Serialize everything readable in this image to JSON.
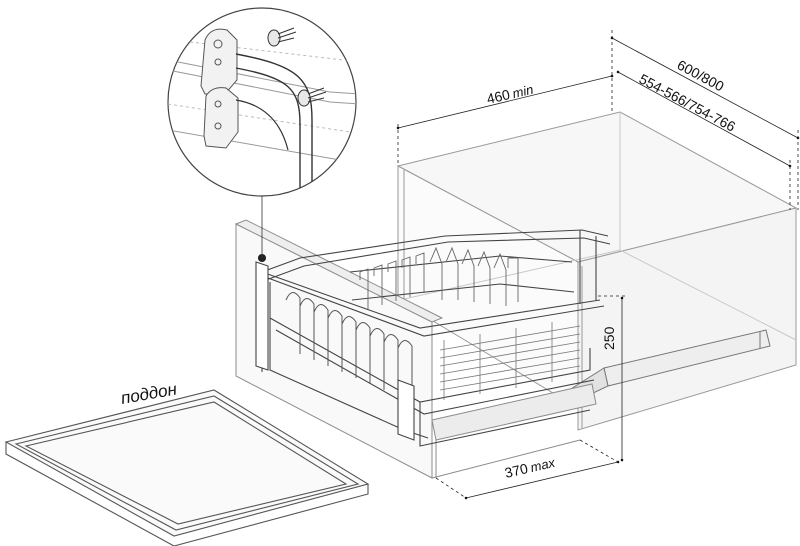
{
  "dimensions": {
    "depth_min": {
      "value": "460",
      "suffix": "min"
    },
    "width_total": "600/800",
    "width_inner": "554-566/754-766",
    "height": "250",
    "tray_width": {
      "value": "370",
      "suffix": "max"
    }
  },
  "labels": {
    "tray": "поддон"
  }
}
